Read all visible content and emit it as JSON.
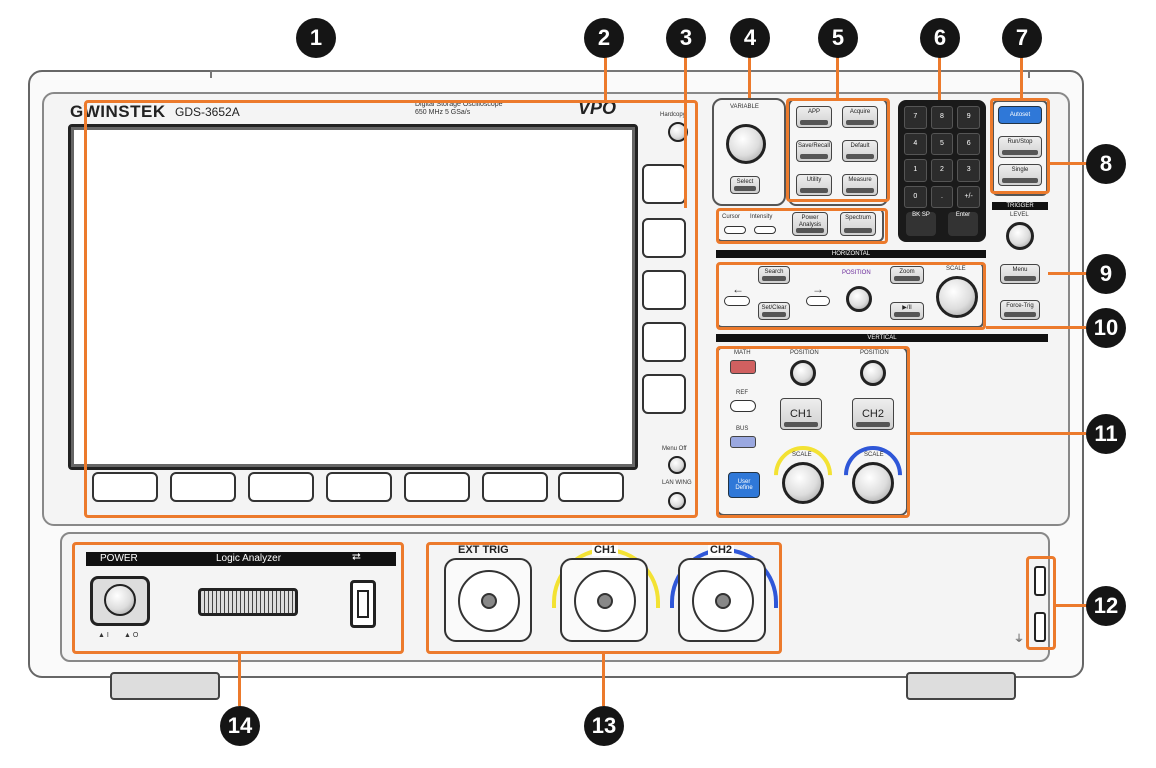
{
  "brand": {
    "logo": "GWINSTEK",
    "model": "GDS-3652A",
    "desc_line1": "Digital  Storage  Oscilloscope",
    "desc_line2": "650 MHz   5 GSa/s",
    "vpo": "VPO"
  },
  "callouts": [
    "1",
    "2",
    "3",
    "4",
    "5",
    "6",
    "7",
    "8",
    "9",
    "10",
    "11",
    "12",
    "13",
    "14"
  ],
  "side_panel": {
    "hardcopy": "Hardcopy",
    "menu_off": "Menu Off",
    "lan_wing": "LAN WING"
  },
  "variable": {
    "title": "VARIABLE",
    "select": "Select"
  },
  "menu_keys": {
    "cursor": "Cursor",
    "intensity": "Intensity",
    "power_analysis": "Power Analysis",
    "spectrum": "Spectrum"
  },
  "func_keys": {
    "app": "APP",
    "acquire": "Acquire",
    "save_recall": "Save/Recall",
    "default": "Default",
    "utility": "Utility",
    "measure": "Measure"
  },
  "keypad": {
    "keys": [
      "7",
      "8",
      "9",
      "4",
      "5",
      "6",
      "1",
      "2",
      "3",
      "0",
      ".",
      "+/-"
    ],
    "backspace": "BK SP",
    "enter": "Enter"
  },
  "run_keys": {
    "autoset": "Autoset",
    "run_stop": "Run/Stop",
    "single": "Single"
  },
  "trigger": {
    "title": "TRIGGER",
    "level": "LEVEL",
    "menu": "Menu",
    "force_trig": "Force-Trig"
  },
  "horizontal": {
    "title": "HORIZONTAL",
    "search": "Search",
    "set_clear": "Set/Clear",
    "position": "POSITION",
    "zoom": "Zoom",
    "play": "▶/II",
    "scale": "SCALE"
  },
  "vertical": {
    "title": "VERTICAL",
    "math": "MATH",
    "ref": "REF",
    "bus": "BUS",
    "position": "POSITION",
    "ch1": "CH1",
    "ch2": "CH2",
    "scale": "SCALE",
    "user_define": "User Define"
  },
  "bottom": {
    "power": "POWER",
    "logic_analyzer": "Logic Analyzer",
    "usb": "⮂",
    "power_on": "▲ I",
    "power_off": "▲ O",
    "ext_trig": "EXT  TRIG",
    "ch1": "CH1",
    "ch2": "CH2"
  },
  "colors": {
    "callout_line": "#ec7a2c",
    "ch1": "#f3e233",
    "ch2": "#2f57d8",
    "autoset": "#2f78d8",
    "math": "#d06060"
  }
}
